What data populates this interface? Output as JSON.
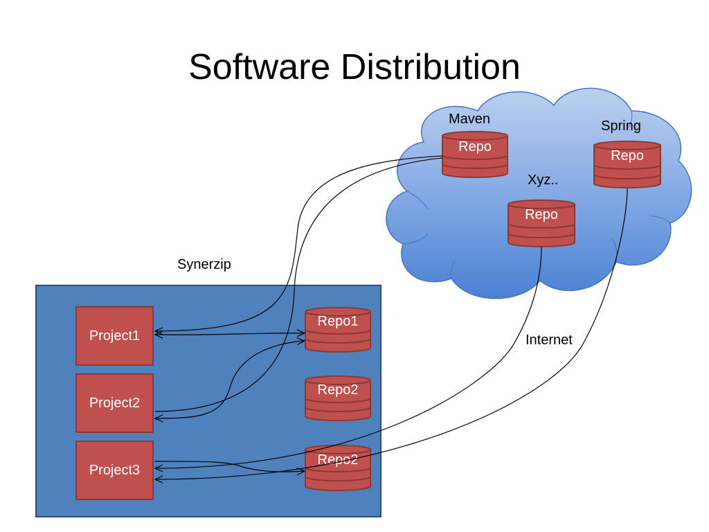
{
  "slide": {
    "title": "Software Distribution"
  },
  "cloud": {
    "repositories": [
      {
        "id": "maven",
        "provider_label": "Maven",
        "label": "Repo"
      },
      {
        "id": "spring",
        "provider_label": "Spring",
        "label": "Repo"
      },
      {
        "id": "xyz",
        "provider_label": "Xyz..",
        "label": "Repo"
      }
    ],
    "connection_label": "Internet"
  },
  "company": {
    "label": "Synerzip",
    "projects": [
      {
        "id": "project1",
        "label": "Project1"
      },
      {
        "id": "project2",
        "label": "Project2"
      },
      {
        "id": "project3",
        "label": "Project3"
      }
    ],
    "repositories": [
      {
        "id": "repo1",
        "label": "Repo1"
      },
      {
        "id": "repo2a",
        "label": "Repo2"
      },
      {
        "id": "repo2b",
        "label": "Repo2"
      }
    ]
  },
  "colors": {
    "cloud_fill_top": "#bcd0ef",
    "cloud_fill_bottom": "#4a82d3",
    "cloud_stroke": "#4472c4",
    "network_fill": "#4f81bd",
    "network_stroke": "#2c4d75",
    "node_fill": "#c0504d",
    "node_stroke": "#8c3836",
    "connector": "#000000"
  }
}
